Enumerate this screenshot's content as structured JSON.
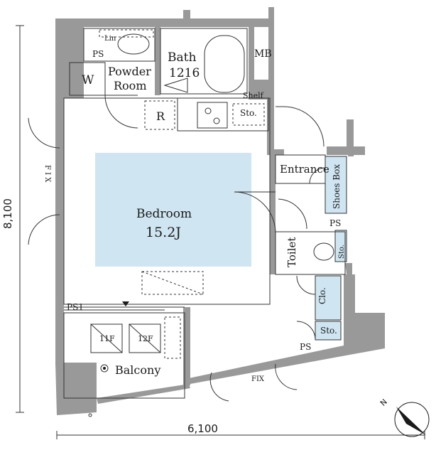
{
  "rooms": {
    "bath_label": "Bath",
    "bath_size": "1216",
    "powder_label_1": "Powder",
    "powder_label_2": "Room",
    "mb": "MB",
    "washer": "W",
    "lin": "Lin",
    "ps_top": "PS",
    "shelf": "Shelf",
    "sto_kitchen": "Sto.",
    "range": "R",
    "entrance": "Entrance",
    "shoes_box": "Shoes Box",
    "ps_entrance": "PS",
    "toilet": "Toilet",
    "sto_toilet": "Sto.",
    "closet": "Clo.",
    "sto_closet": "Sto.",
    "bedroom_label": "Bedroom",
    "bedroom_size": "15.2J",
    "ps1": "PS1",
    "balcony": "Balcony",
    "unit_11f": "11F",
    "unit_12f": "12F",
    "ps_balcony": "PS",
    "fix_left": "F I X",
    "fix_bottom": "FIX"
  },
  "dimensions": {
    "height": "8,100",
    "width": "6,100"
  },
  "compass": {
    "north": "N"
  },
  "colors": {
    "wall": "#999999",
    "bedroom_highlight": "#cfe6f2",
    "storage": "#cfe6f2"
  }
}
